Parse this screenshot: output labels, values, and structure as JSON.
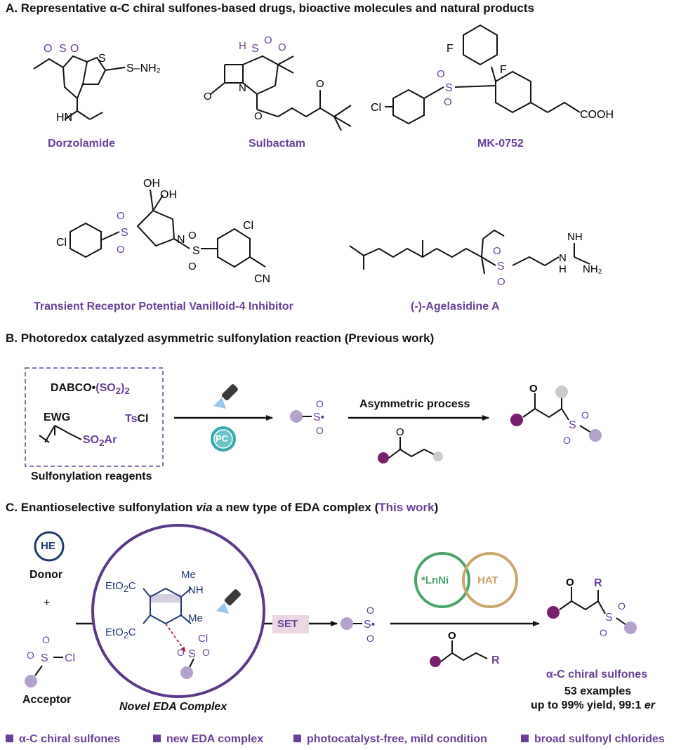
{
  "sectionA": {
    "label": "A. Representative α-C chiral sulfones-based drugs, bioactive molecules and natural products",
    "names": [
      "Dorzolamide",
      "Sulbactam",
      "MK-0752",
      "Transient Receptor Potential Vanilloid-4 Inhibitor",
      "(-)-Agelasidine A"
    ]
  },
  "sectionB": {
    "label": "B. Photoredox catalyzed asymmetric sulfonylation reaction (Previous work)",
    "reagents_caption": "Sulfonylation reagents",
    "reagent1": "DABCO•",
    "reagent1b": "(SO",
    "reagent1sub": "2",
    "reagent1c": ")",
    "reagent1sub2": "2",
    "ewg": "EWG",
    "so2ar": "SO",
    "so2ar_sub": "2",
    "so2ar_end": "Ar",
    "tscl_a": "Ts",
    "tscl_b": "Cl",
    "pc": "PC",
    "arrow_label": "Asymmetric process"
  },
  "sectionC": {
    "label_a": "C. Enantioselective sulfonylation ",
    "label_via": "via",
    "label_b": " a new type of EDA complex (",
    "label_this": "This work",
    "label_c": ")",
    "he": "HE",
    "donor": "Donor",
    "plus": "+",
    "acceptor": "Acceptor",
    "eda_caption": "Novel EDA Complex",
    "set": "SET",
    "lnni": "*LnNi",
    "hat": "HAT",
    "product_caption": "α-C chiral sulfones",
    "examples": "53 examples",
    "yield_text": "up to 99% yield, 99:1 ",
    "er": "er",
    "me1": "Me",
    "me2": "Me",
    "nh": "NH",
    "eto1": "EtO",
    "eto2": "EtO",
    "r1": "R",
    "r2": "R"
  },
  "bullets": [
    "α-C chiral sulfones",
    "new EDA complex",
    "photocatalyst-free, mild condition",
    "broad sulfonyl chlorides"
  ],
  "colors": {
    "accent": "#6a3f98",
    "lavender": "#b3a3cc",
    "darkPurple": "#7a1f6e",
    "navy": "#1d3a6b",
    "green": "#4aa36a",
    "tan": "#c9a56b",
    "pink": "#ecd6e4"
  }
}
